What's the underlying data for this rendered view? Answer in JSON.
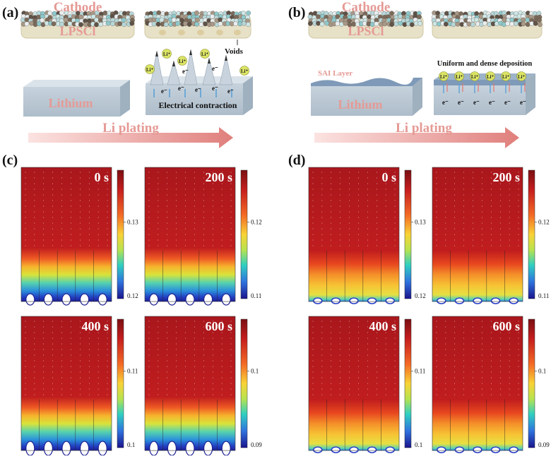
{
  "colors": {
    "pink_label": "#e59a95",
    "separator": "#f0a3a0",
    "lithium_block": "#bcc9d4",
    "lpscl_layer": "#e7e1c7",
    "sai_layer": "#7f9ab8"
  },
  "panel_a": {
    "label": "(a)",
    "cathode": "Cathode",
    "lpscl": "LPSCl",
    "voids": "Voids",
    "lithium": "Lithium",
    "li_ion": "Li⁺",
    "electron": "e⁻",
    "electrical": "Electrical contraction",
    "arrow_label": "Li plating"
  },
  "panel_b": {
    "label": "(b)",
    "cathode": "Cathode",
    "lpscl": "LPSCl",
    "sai_layer": "SAI Layer",
    "uniform": "Uniform and dense deposition",
    "lithium": "Lithium",
    "li_ion": "Li⁺",
    "electron": "e⁻",
    "arrow_label": "Li plating"
  },
  "panel_c": {
    "label": "(c)",
    "maps": [
      {
        "time": "0 s",
        "ticks": [
          "0.13",
          "0.12"
        ]
      },
      {
        "time": "200 s",
        "ticks": [
          "0.12",
          "0.11"
        ]
      },
      {
        "time": "400 s",
        "ticks": [
          "0.11",
          "0.1"
        ]
      },
      {
        "time": "600 s",
        "ticks": [
          "0.1",
          "0.09"
        ]
      }
    ]
  },
  "panel_d": {
    "label": "(d)",
    "maps": [
      {
        "time": "0 s",
        "ticks": [
          "0.13",
          "0.12"
        ]
      },
      {
        "time": "200 s",
        "ticks": [
          "0.12",
          "0.11"
        ]
      },
      {
        "time": "400 s",
        "ticks": [
          "0.11",
          "0.1"
        ]
      },
      {
        "time": "600 s",
        "ticks": [
          "0.1",
          "0.09"
        ]
      }
    ]
  }
}
